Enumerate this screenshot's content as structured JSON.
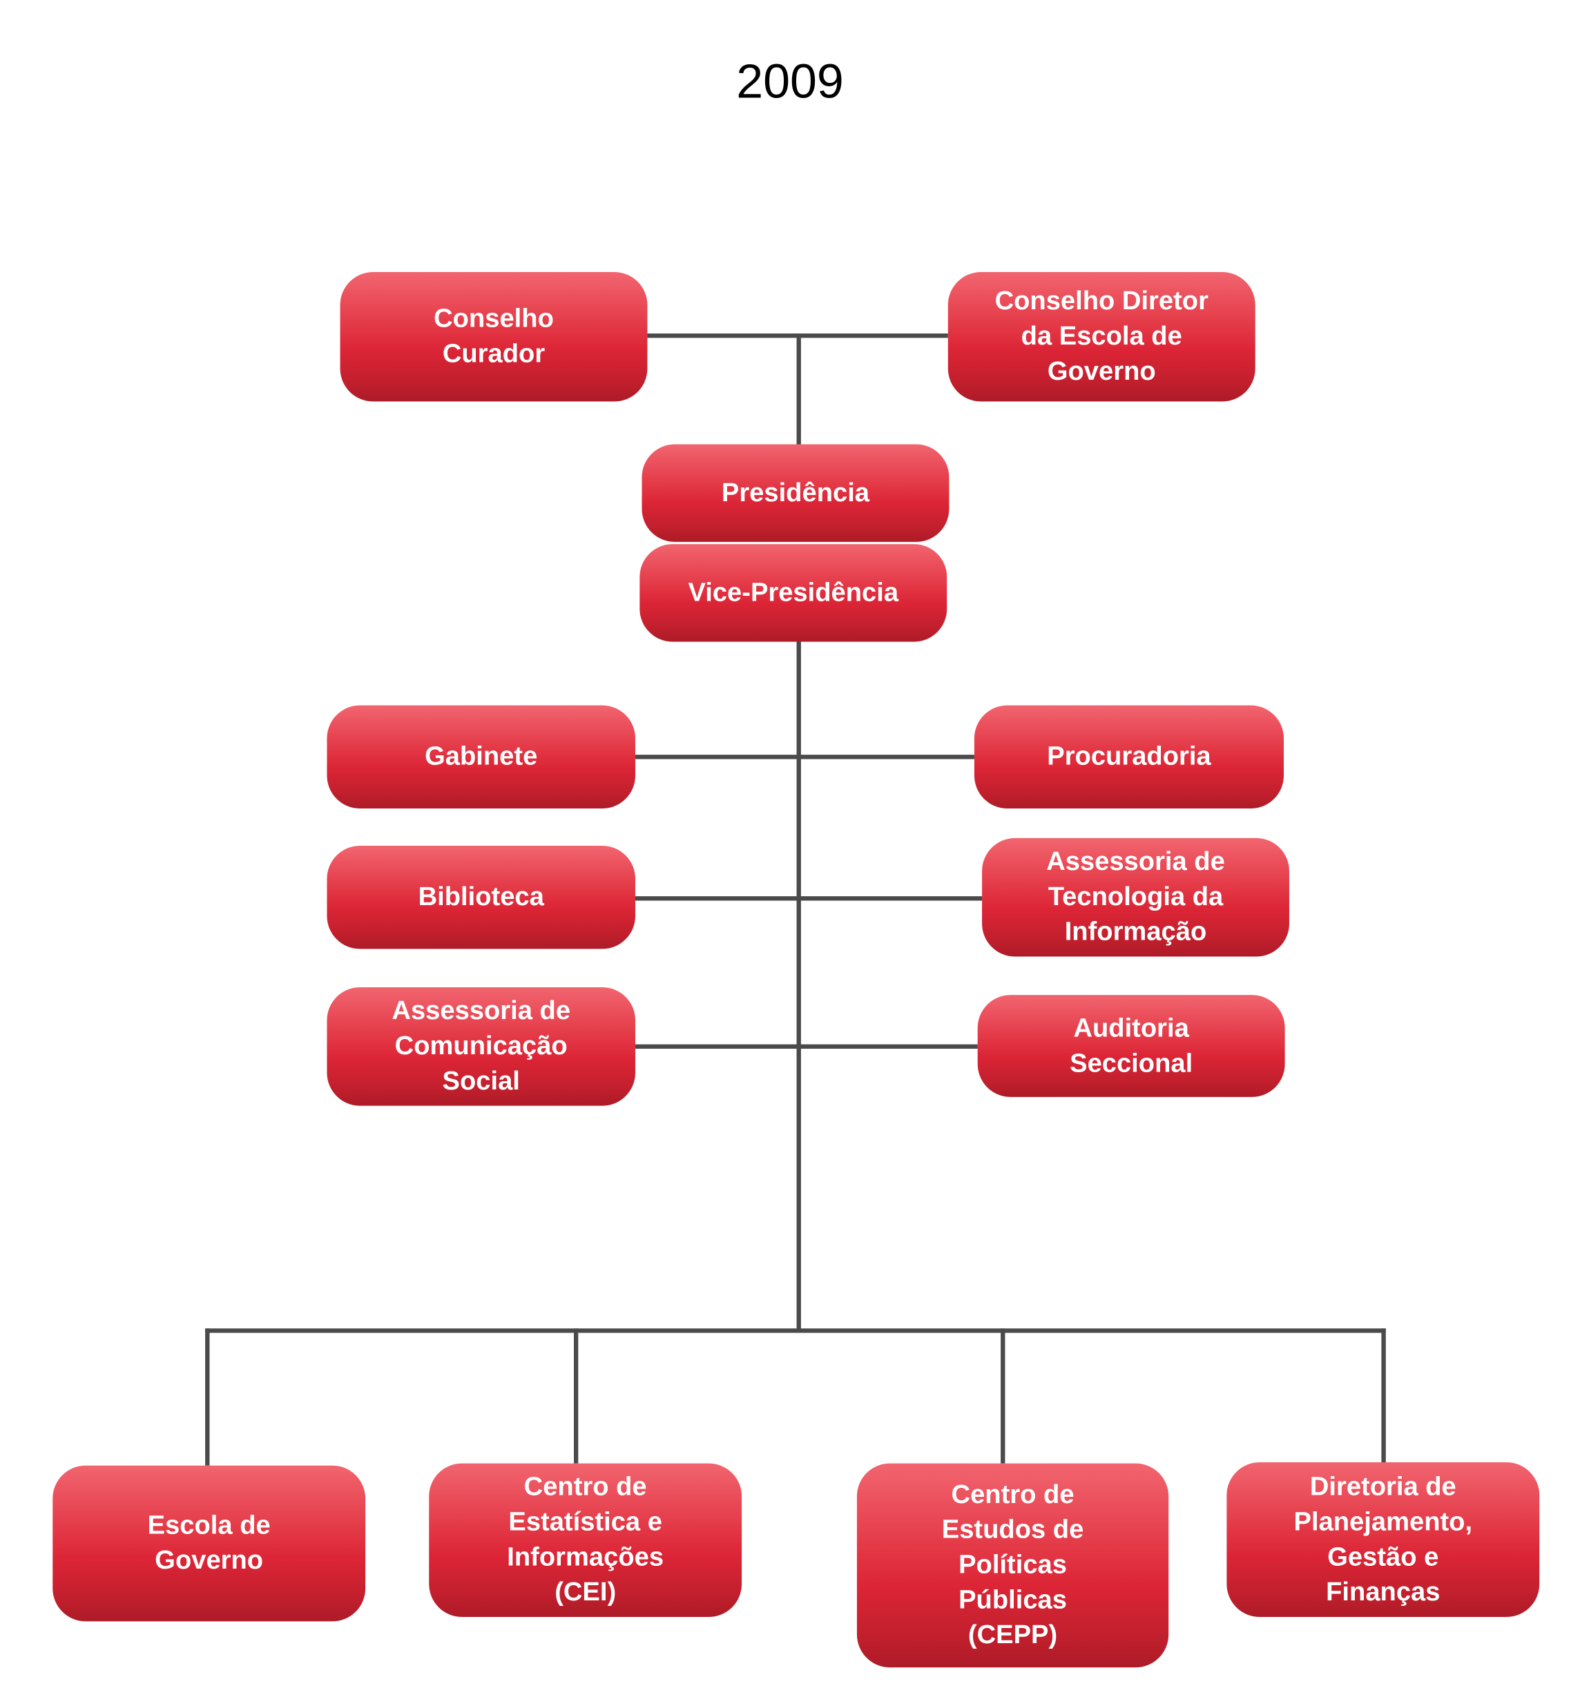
{
  "title": "2009",
  "colors": {
    "box": "#dc2536",
    "line": "#4a4a4a"
  },
  "units": {
    "conselho_curador": "Conselho\nCurador",
    "conselho_diretor": "Conselho Diretor\nda Escola de\nGoverno",
    "presidencia": "Presidência",
    "vice_presidencia": "Vice-Presidência",
    "gabinete": "Gabinete",
    "procuradoria": "Procuradoria",
    "biblioteca": "Biblioteca",
    "assessoria_ti": "Assessoria de\nTecnologia da\nInformação",
    "assessoria_comunicacao": "Assessoria de\nComunicação\nSocial",
    "auditoria": "Auditoria\nSeccional",
    "escola_governo": "Escola de\nGoverno",
    "cei": "Centro de\nEstatística e\nInformações\n(CEI)",
    "cepp": "Centro de\nEstudos de\nPolíticas\nPúblicas\n(CEPP)",
    "diretoria": "Diretoria de\nPlanejamento,\nGestão e\nFinanças"
  }
}
